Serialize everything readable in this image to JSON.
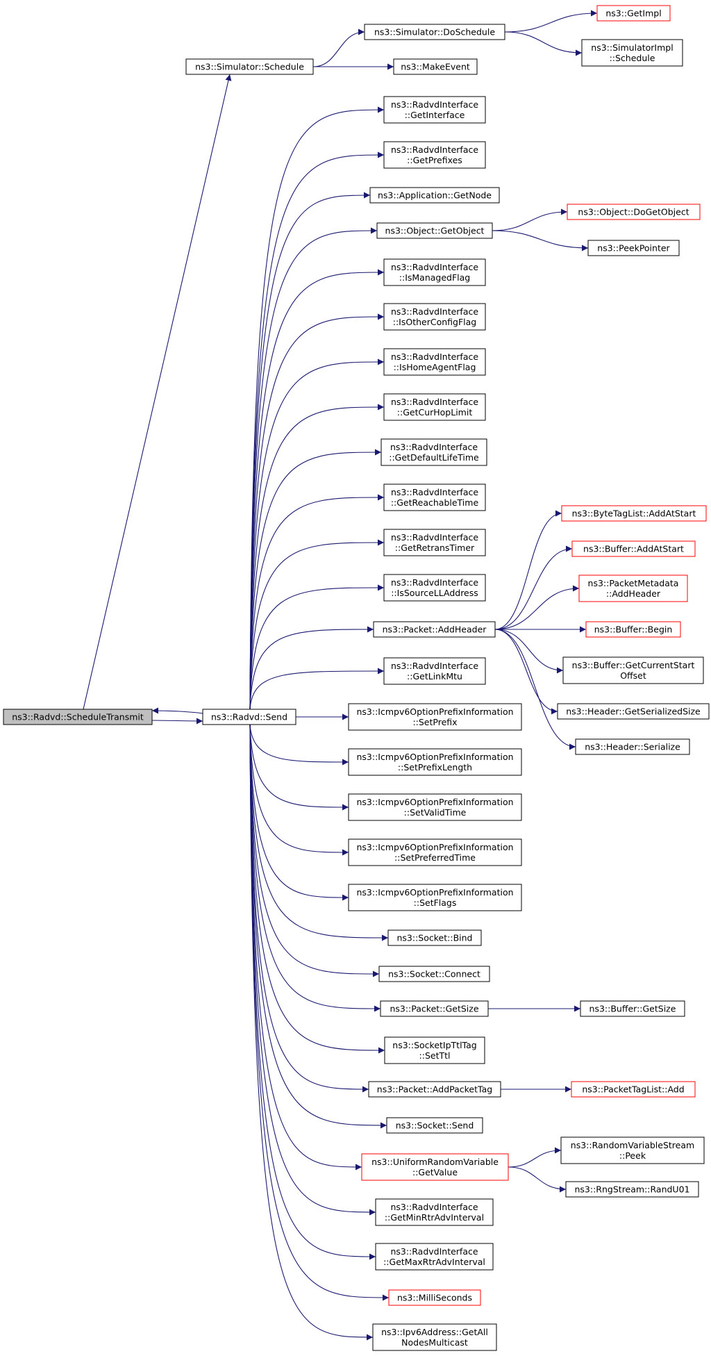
{
  "colors": {
    "edge": "#191970",
    "node_border": "#000000",
    "node_border_truncated": "#ff0000",
    "root_fill": "#bfbfbf",
    "node_fill": "#ffffff"
  },
  "nodes": [
    {
      "id": "schedule_transmit",
      "lines": [
        "ns3::Radvd::ScheduleTransmit"
      ],
      "style": "root"
    },
    {
      "id": "send",
      "lines": [
        "ns3::Radvd::Send"
      ],
      "style": "normal"
    },
    {
      "id": "sim_schedule",
      "lines": [
        "ns3::Simulator::Schedule"
      ],
      "style": "normal"
    },
    {
      "id": "sim_doschedule",
      "lines": [
        "ns3::Simulator::DoSchedule"
      ],
      "style": "normal"
    },
    {
      "id": "getimpl",
      "lines": [
        "ns3::GetImpl"
      ],
      "style": "truncated"
    },
    {
      "id": "simimpl_schedule",
      "lines": [
        "ns3::SimulatorImpl",
        "::Schedule"
      ],
      "style": "normal"
    },
    {
      "id": "makeevent",
      "lines": [
        "ns3::MakeEvent"
      ],
      "style": "normal"
    },
    {
      "id": "get_interface",
      "lines": [
        "ns3::RadvdInterface",
        "::GetInterface"
      ],
      "style": "normal"
    },
    {
      "id": "get_prefixes",
      "lines": [
        "ns3::RadvdInterface",
        "::GetPrefixes"
      ],
      "style": "normal"
    },
    {
      "id": "app_getnode",
      "lines": [
        "ns3::Application::GetNode"
      ],
      "style": "normal"
    },
    {
      "id": "obj_getobject",
      "lines": [
        "ns3::Object::GetObject"
      ],
      "style": "normal"
    },
    {
      "id": "obj_dogetobject",
      "lines": [
        "ns3::Object::DoGetObject"
      ],
      "style": "truncated"
    },
    {
      "id": "peekpointer",
      "lines": [
        "ns3::PeekPointer"
      ],
      "style": "normal"
    },
    {
      "id": "is_managed",
      "lines": [
        "ns3::RadvdInterface",
        "::IsManagedFlag"
      ],
      "style": "normal"
    },
    {
      "id": "is_otherconfig",
      "lines": [
        "ns3::RadvdInterface",
        "::IsOtherConfigFlag"
      ],
      "style": "normal"
    },
    {
      "id": "is_homeagent",
      "lines": [
        "ns3::RadvdInterface",
        "::IsHomeAgentFlag"
      ],
      "style": "normal"
    },
    {
      "id": "get_curhoplimit",
      "lines": [
        "ns3::RadvdInterface",
        "::GetCurHopLimit"
      ],
      "style": "normal"
    },
    {
      "id": "get_defaultlifetime",
      "lines": [
        "ns3::RadvdInterface",
        "::GetDefaultLifeTime"
      ],
      "style": "normal"
    },
    {
      "id": "get_reachabletime",
      "lines": [
        "ns3::RadvdInterface",
        "::GetReachableTime"
      ],
      "style": "normal"
    },
    {
      "id": "get_retranstimer",
      "lines": [
        "ns3::RadvdInterface",
        "::GetRetransTimer"
      ],
      "style": "normal"
    },
    {
      "id": "is_sourcelladdress",
      "lines": [
        "ns3::RadvdInterface",
        "::IsSourceLLAddress"
      ],
      "style": "normal"
    },
    {
      "id": "packet_addheader",
      "lines": [
        "ns3::Packet::AddHeader"
      ],
      "style": "normal"
    },
    {
      "id": "bytetaglist_addatstart",
      "lines": [
        "ns3::ByteTagList::AddAtStart"
      ],
      "style": "truncated"
    },
    {
      "id": "buffer_addatstart",
      "lines": [
        "ns3::Buffer::AddAtStart"
      ],
      "style": "truncated"
    },
    {
      "id": "packetmetadata_addheader",
      "lines": [
        "ns3::PacketMetadata",
        "::AddHeader"
      ],
      "style": "truncated"
    },
    {
      "id": "buffer_begin",
      "lines": [
        "ns3::Buffer::Begin"
      ],
      "style": "truncated"
    },
    {
      "id": "buffer_getcurrentstartoffset",
      "lines": [
        "ns3::Buffer::GetCurrentStart",
        "Offset"
      ],
      "style": "normal"
    },
    {
      "id": "header_getserializedsize",
      "lines": [
        "ns3::Header::GetSerializedSize"
      ],
      "style": "normal"
    },
    {
      "id": "header_serialize",
      "lines": [
        "ns3::Header::Serialize"
      ],
      "style": "normal"
    },
    {
      "id": "get_linkmtu",
      "lines": [
        "ns3::RadvdInterface",
        "::GetLinkMtu"
      ],
      "style": "normal"
    },
    {
      "id": "icmp_setprefix",
      "lines": [
        "ns3::Icmpv6OptionPrefixInformation",
        "::SetPrefix"
      ],
      "style": "normal"
    },
    {
      "id": "icmp_setprefixlength",
      "lines": [
        "ns3::Icmpv6OptionPrefixInformation",
        "::SetPrefixLength"
      ],
      "style": "normal"
    },
    {
      "id": "icmp_setvalidtime",
      "lines": [
        "ns3::Icmpv6OptionPrefixInformation",
        "::SetValidTime"
      ],
      "style": "normal"
    },
    {
      "id": "icmp_setpreferredtime",
      "lines": [
        "ns3::Icmpv6OptionPrefixInformation",
        "::SetPreferredTime"
      ],
      "style": "normal"
    },
    {
      "id": "icmp_setflags",
      "lines": [
        "ns3::Icmpv6OptionPrefixInformation",
        "::SetFlags"
      ],
      "style": "normal"
    },
    {
      "id": "socket_bind",
      "lines": [
        "ns3::Socket::Bind"
      ],
      "style": "normal"
    },
    {
      "id": "socket_connect",
      "lines": [
        "ns3::Socket::Connect"
      ],
      "style": "normal"
    },
    {
      "id": "packet_getsize",
      "lines": [
        "ns3::Packet::GetSize"
      ],
      "style": "normal"
    },
    {
      "id": "buffer_getsize",
      "lines": [
        "ns3::Buffer::GetSize"
      ],
      "style": "normal"
    },
    {
      "id": "socketipttltag_setttl",
      "lines": [
        "ns3::SocketIpTtlTag",
        "::SetTtl"
      ],
      "style": "normal"
    },
    {
      "id": "packet_addpackettag",
      "lines": [
        "ns3::Packet::AddPacketTag"
      ],
      "style": "normal"
    },
    {
      "id": "packettaglist_add",
      "lines": [
        "ns3::PacketTagList::Add"
      ],
      "style": "truncated"
    },
    {
      "id": "socket_send",
      "lines": [
        "ns3::Socket::Send"
      ],
      "style": "normal"
    },
    {
      "id": "uniform_getvalue",
      "lines": [
        "ns3::UniformRandomVariable",
        "::GetValue"
      ],
      "style": "truncated"
    },
    {
      "id": "rvs_peek",
      "lines": [
        "ns3::RandomVariableStream",
        "::Peek"
      ],
      "style": "normal"
    },
    {
      "id": "rngstream_randu01",
      "lines": [
        "ns3::RngStream::RandU01"
      ],
      "style": "normal"
    },
    {
      "id": "get_minrtradvinterval",
      "lines": [
        "ns3::RadvdInterface",
        "::GetMinRtrAdvInterval"
      ],
      "style": "normal"
    },
    {
      "id": "get_maxrtradvinterval",
      "lines": [
        "ns3::RadvdInterface",
        "::GetMaxRtrAdvInterval"
      ],
      "style": "normal"
    },
    {
      "id": "milliseconds",
      "lines": [
        "ns3::MilliSeconds"
      ],
      "style": "truncated"
    },
    {
      "id": "ipv6_getallnodesmulticast",
      "lines": [
        "ns3::Ipv6Address::GetAll",
        "NodesMulticast"
      ],
      "style": "normal"
    }
  ],
  "edges": [
    [
      "schedule_transmit",
      "sim_schedule"
    ],
    [
      "schedule_transmit",
      "send"
    ],
    [
      "send",
      "schedule_transmit"
    ],
    [
      "sim_schedule",
      "sim_doschedule"
    ],
    [
      "sim_schedule",
      "makeevent"
    ],
    [
      "sim_doschedule",
      "getimpl"
    ],
    [
      "sim_doschedule",
      "simimpl_schedule"
    ],
    [
      "send",
      "get_interface"
    ],
    [
      "send",
      "get_prefixes"
    ],
    [
      "send",
      "app_getnode"
    ],
    [
      "send",
      "obj_getobject"
    ],
    [
      "obj_getobject",
      "obj_dogetobject"
    ],
    [
      "obj_getobject",
      "peekpointer"
    ],
    [
      "send",
      "is_managed"
    ],
    [
      "send",
      "is_otherconfig"
    ],
    [
      "send",
      "is_homeagent"
    ],
    [
      "send",
      "get_curhoplimit"
    ],
    [
      "send",
      "get_defaultlifetime"
    ],
    [
      "send",
      "get_reachabletime"
    ],
    [
      "send",
      "get_retranstimer"
    ],
    [
      "send",
      "is_sourcelladdress"
    ],
    [
      "send",
      "packet_addheader"
    ],
    [
      "packet_addheader",
      "bytetaglist_addatstart"
    ],
    [
      "packet_addheader",
      "buffer_addatstart"
    ],
    [
      "packet_addheader",
      "packetmetadata_addheader"
    ],
    [
      "packet_addheader",
      "buffer_begin"
    ],
    [
      "packet_addheader",
      "buffer_getcurrentstartoffset"
    ],
    [
      "packet_addheader",
      "header_getserializedsize"
    ],
    [
      "packet_addheader",
      "header_serialize"
    ],
    [
      "send",
      "get_linkmtu"
    ],
    [
      "send",
      "icmp_setprefix"
    ],
    [
      "send",
      "icmp_setprefixlength"
    ],
    [
      "send",
      "icmp_setvalidtime"
    ],
    [
      "send",
      "icmp_setpreferredtime"
    ],
    [
      "send",
      "icmp_setflags"
    ],
    [
      "send",
      "socket_bind"
    ],
    [
      "send",
      "socket_connect"
    ],
    [
      "send",
      "packet_getsize"
    ],
    [
      "packet_getsize",
      "buffer_getsize"
    ],
    [
      "send",
      "socketipttltag_setttl"
    ],
    [
      "send",
      "packet_addpackettag"
    ],
    [
      "packet_addpackettag",
      "packettaglist_add"
    ],
    [
      "send",
      "socket_send"
    ],
    [
      "send",
      "uniform_getvalue"
    ],
    [
      "uniform_getvalue",
      "rvs_peek"
    ],
    [
      "uniform_getvalue",
      "rngstream_randu01"
    ],
    [
      "send",
      "get_minrtradvinterval"
    ],
    [
      "send",
      "get_maxrtradvinterval"
    ],
    [
      "send",
      "milliseconds"
    ],
    [
      "send",
      "ipv6_getallnodesmulticast"
    ]
  ]
}
